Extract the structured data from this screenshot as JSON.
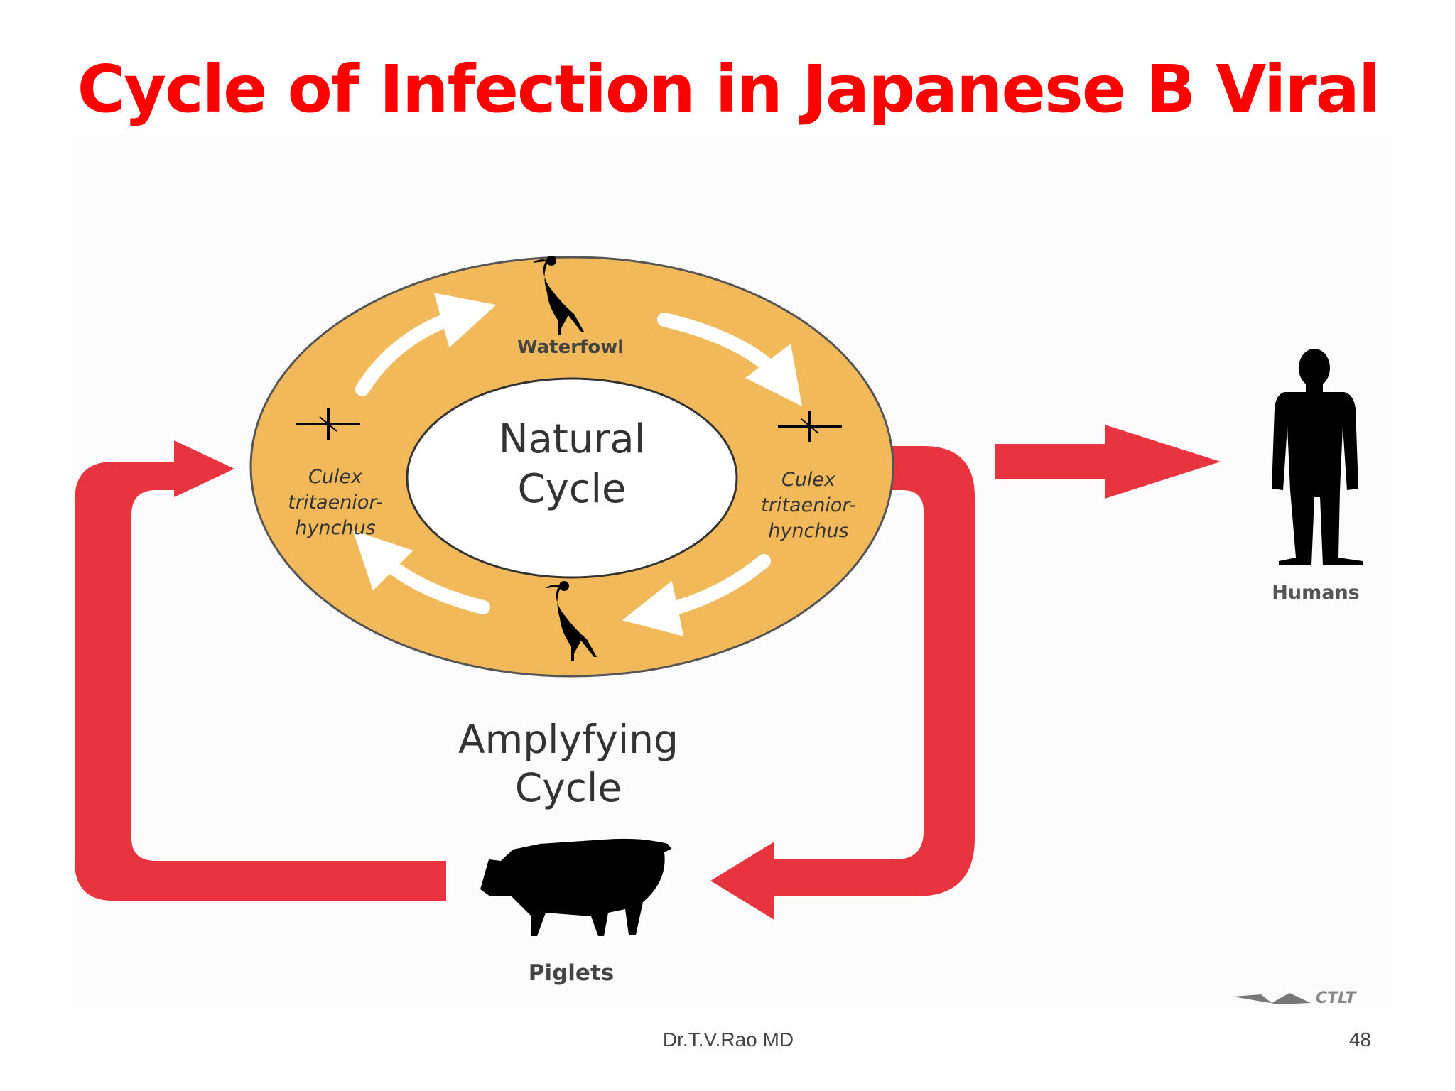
{
  "slide": {
    "title": "Cycle of Infection in Japanese B Viral Infection",
    "author": "Dr.T.V.Rao MD",
    "page_number": "48"
  },
  "diagram": {
    "ring_center_label": [
      "Natural",
      "Cycle"
    ],
    "waterfowl_label": "Waterfowl",
    "culex_label": [
      "Culex",
      "tritaenior-",
      "hynchus"
    ],
    "amplifying_label": [
      "Amplyfying",
      "Cycle"
    ],
    "humans_label": "Humans",
    "piglets_label": "Piglets",
    "watermark_text": "CTLT",
    "icons": [
      "heron-icon",
      "mosquito-icon",
      "human-silhouette-icon",
      "pig-silhouette-icon"
    ]
  },
  "colors": {
    "title": "#ff0000",
    "arrow": "#e8343e",
    "ring": "#f2b95b",
    "ring_arrows": "#ffffff",
    "silhouette": "#000000"
  }
}
